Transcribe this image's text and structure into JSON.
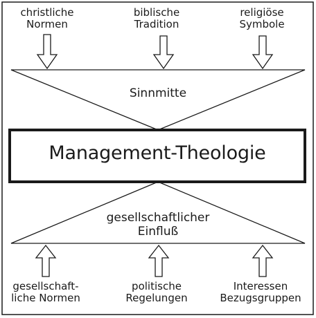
{
  "top_inputs": [
    {
      "text": "christliche\nNormen"
    },
    {
      "text": "biblische\nTradition"
    },
    {
      "text": "religiöse\nSymbole"
    }
  ],
  "upper_label": "Sinnmitte",
  "center_label": "Management-Theologie",
  "lower_label": "gesellschaftlicher\nEinfluß",
  "bottom_inputs": [
    {
      "text": "gesellschaft-\nliche Normen"
    },
    {
      "text": "politische\nRegelungen"
    },
    {
      "text": "Interessen\nBezugsgruppen"
    }
  ],
  "colors": {
    "line": "#1a1a1a",
    "background": "#ffffff"
  }
}
